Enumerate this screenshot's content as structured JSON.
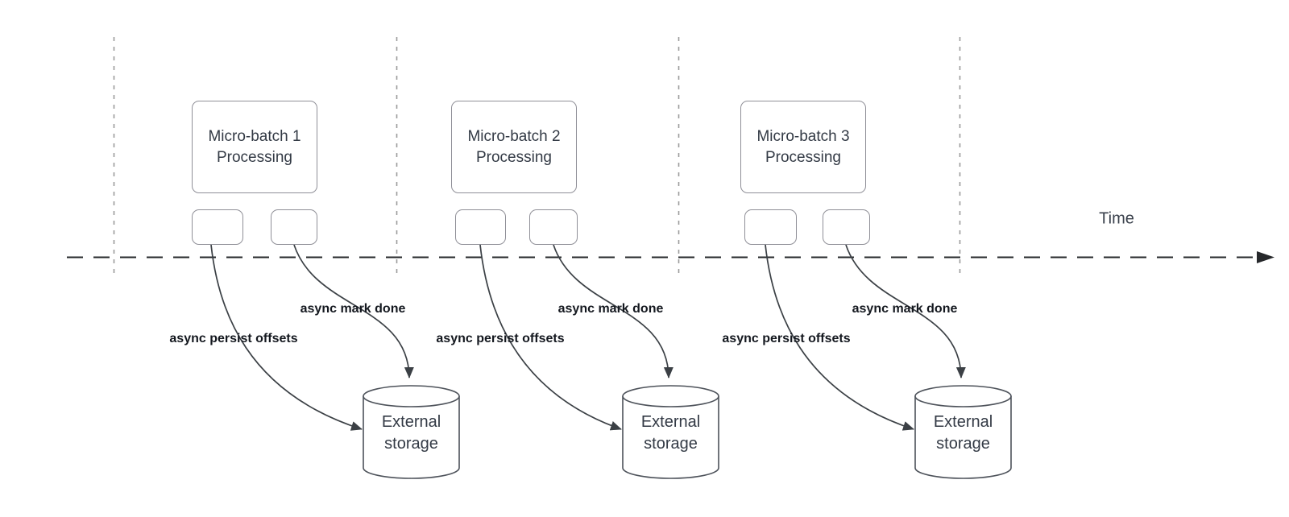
{
  "axis": {
    "label": "Time"
  },
  "colors": {
    "curve": "#3b4045",
    "box_border": "#8f8f97",
    "cylinder_border": "#4d525a",
    "timeline": "#26282b",
    "gridline": "#9b9b9b",
    "async_label_text": "#14181f",
    "box_text": "#333a45"
  },
  "batches": [
    {
      "box_label": "Micro-batch 1\nProcessing",
      "persist_label": "async persist offsets",
      "mark_done_label": "async mark done",
      "storage_label": "External\nstorage"
    },
    {
      "box_label": "Micro-batch 2\nProcessing",
      "persist_label": "async persist offsets",
      "mark_done_label": "async mark done",
      "storage_label": "External\nstorage"
    },
    {
      "box_label": "Micro-batch 3\nProcessing",
      "persist_label": "async persist offsets",
      "mark_done_label": "async mark done",
      "storage_label": "External\nstorage"
    }
  ]
}
